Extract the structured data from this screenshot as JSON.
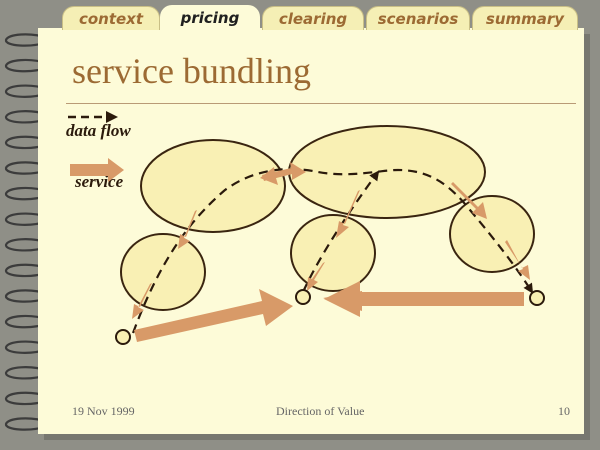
{
  "tabs": [
    {
      "label": "context",
      "active": false
    },
    {
      "label": "pricing",
      "active": true
    },
    {
      "label": "clearing",
      "active": false
    },
    {
      "label": "scenarios",
      "active": false
    },
    {
      "label": "summary",
      "active": false
    }
  ],
  "title": "service bundling",
  "legend": {
    "data_flow": "data flow",
    "service": "service"
  },
  "footer": {
    "date": "19 Nov 1999",
    "center": "Direction of Value",
    "page": "10"
  },
  "colors": {
    "page": "#fdfbd8",
    "ellipse_fill": "#f9f0b4",
    "ellipse_stroke": "#3a2510",
    "service_arrow": "#d89a68",
    "title": "#9c6a33"
  }
}
